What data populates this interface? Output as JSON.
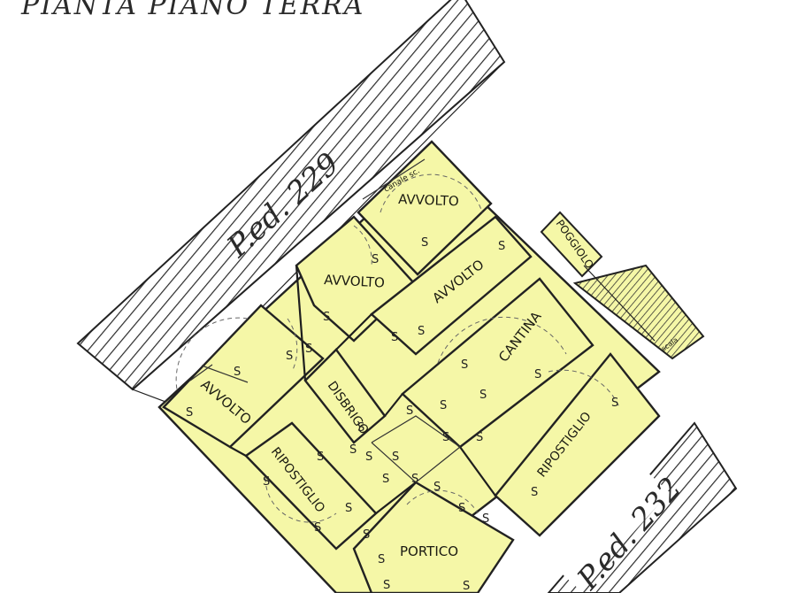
{
  "title": "PIANTA PIANO TERRA",
  "neighbors": {
    "ped_229": "P.ed. 229",
    "ped_232": "P.ed. 232"
  },
  "rooms": {
    "avvolto_top": "AVVOLTO",
    "avvolto_left": "AVVOLTO",
    "avvolto_middle": "AVVOLTO",
    "avvolto_bottom": "AVVOLTO",
    "cantina": "CANTINA",
    "disbrigo": "DISBRIGO",
    "ripostiglio_left": "RIPOSTIGLIO",
    "ripostiglio_right": "RIPOSTIGLIO",
    "portico": "PORTICO",
    "poggiolo": "POGGIOLO"
  },
  "annotations": {
    "canale": "canale sc.",
    "scala": "scala",
    "section_mark": "S"
  },
  "colors": {
    "room_fill": "#f5f7a7",
    "wall": "#1e1e1e",
    "hatch": "#2a2a2a"
  }
}
